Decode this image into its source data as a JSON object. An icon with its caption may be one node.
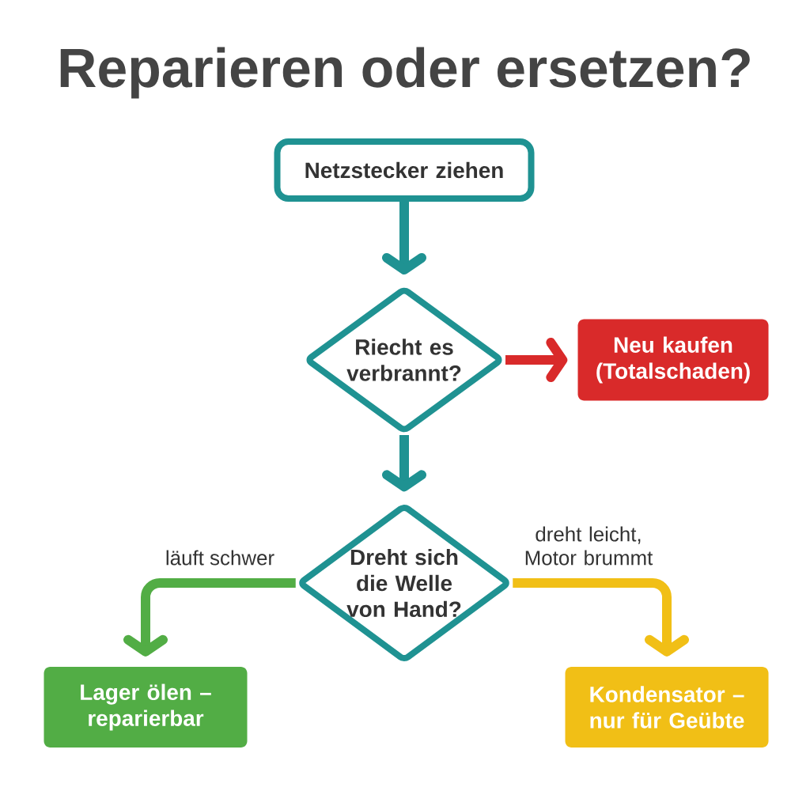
{
  "diagram": {
    "title": "Reparieren oder ersetzen?",
    "nodes": [
      {
        "text": [
          "Netzstecker ziehen"
        ]
      },
      {
        "text": [
          "Riecht es verbrannt?"
        ]
      },
      {
        "text": [
          "Neu kaufen (Totalschaden)"
        ]
      },
      {
        "text": [
          "Dreht sich die Welle von Hand?"
        ]
      },
      {
        "text": [
          "Lager ölen – reparierbar"
        ]
      },
      {
        "text": [
          "Kondensator – nur für Geübte"
        ]
      }
    ],
    "edges": [
      {
        "from": 0,
        "to": 1,
        "arrow": "to"
      },
      {
        "from": 1,
        "to": 2,
        "arrow": "to",
        "color": "#d92a2a"
      },
      {
        "from": 1,
        "to": 3,
        "arrow": "to"
      },
      {
        "from": 3,
        "to": 4,
        "arrow": "to",
        "label": "läuft schwer",
        "color": "#52ad45"
      },
      {
        "from": 3,
        "to": 5,
        "arrow": "to",
        "label": "dreht leicht, Motor brummt",
        "color": "#f1bf16"
      }
    ]
  }
}
